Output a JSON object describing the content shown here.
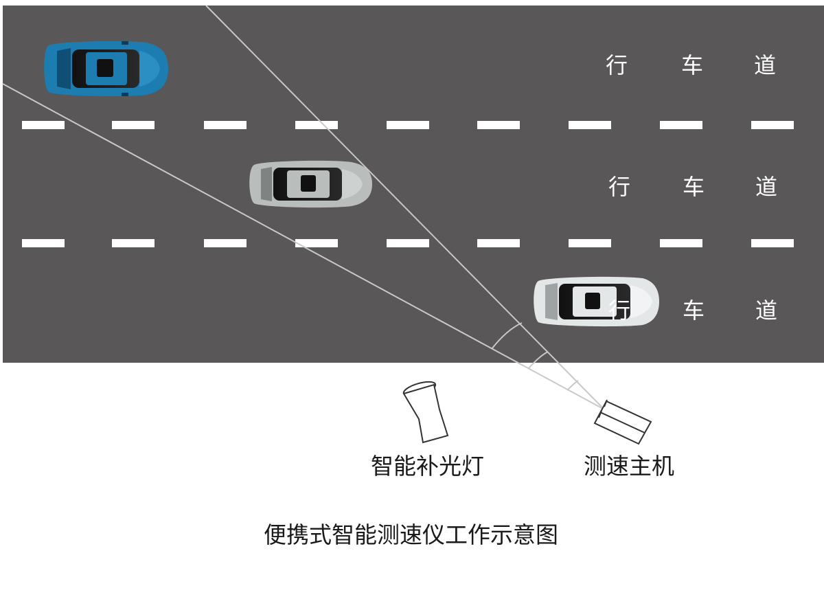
{
  "colors": {
    "road": "#5a5758",
    "lane_marking": "#ffffff",
    "beam_line": "#c9c9c9",
    "car_blue": "#1d7db0",
    "car_silver": "#b9bebc",
    "car_white": "#e4e7e8"
  },
  "lanes": [
    {
      "chars": [
        "行",
        "车",
        "道"
      ]
    },
    {
      "chars": [
        "行",
        "车",
        "道"
      ]
    },
    {
      "chars": [
        "行",
        "车",
        "道"
      ]
    }
  ],
  "cars": [
    {
      "lane": 1,
      "color": "blue"
    },
    {
      "lane": 2,
      "color": "silver"
    },
    {
      "lane": 3,
      "color": "white"
    }
  ],
  "devices": {
    "light_label": "智能补光灯",
    "host_label": "测速主机",
    "light_icon": "spotlight-icon",
    "host_icon": "radar-box-icon"
  },
  "caption": "便携式智能测速仪工作示意图"
}
